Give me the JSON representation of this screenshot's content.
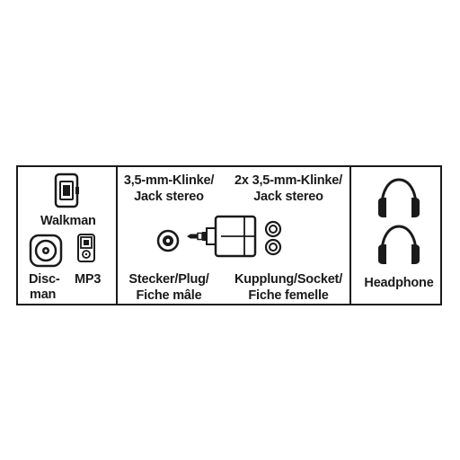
{
  "devices": {
    "walkman_label": "Walkman",
    "discman_label_1": "Disc-",
    "discman_label_2": "man",
    "mp3_label": "MP3"
  },
  "adapter": {
    "plug_title_1": "3,5-mm-Klinke/",
    "plug_title_2": "Jack stereo",
    "socket_title_1": "2x 3,5-mm-Klinke/",
    "socket_title_2": "Jack stereo",
    "plug_desc_1": "Stecker/Plug/",
    "plug_desc_2": "Fiche mâle",
    "socket_desc_1": "Kupplung/Socket/",
    "socket_desc_2": "Fiche femelle"
  },
  "output": {
    "headphone_label": "Headphone"
  }
}
